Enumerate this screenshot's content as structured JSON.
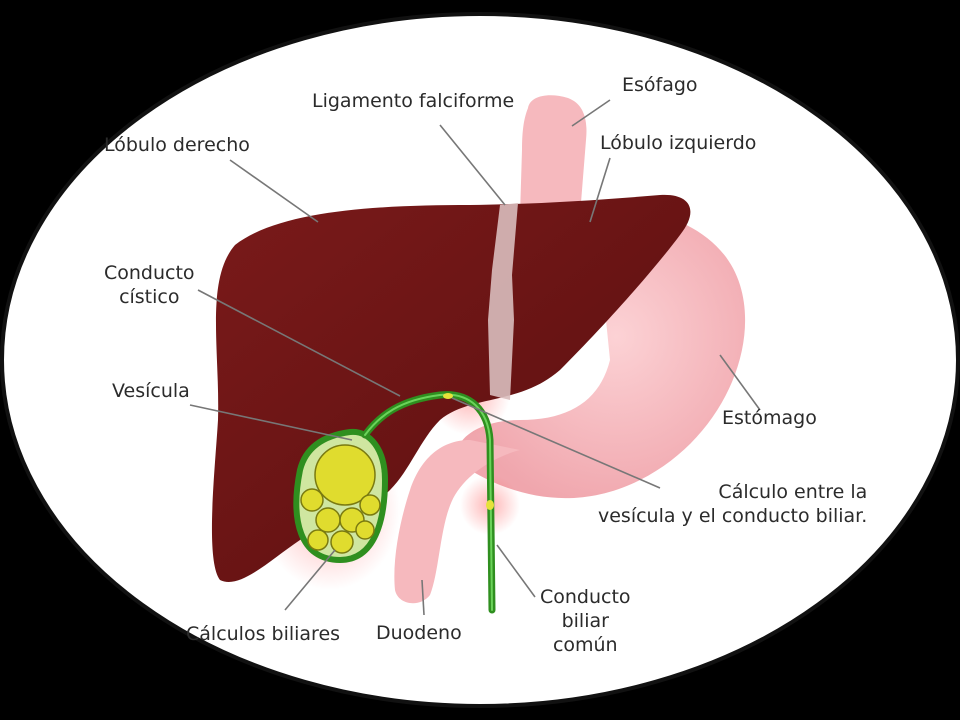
{
  "labels": {
    "esofago": "Esófago",
    "ligamento": "Ligamento falciforme",
    "lobulo_derecho": "Lóbulo derecho",
    "lobulo_izquierdo": "Lóbulo izquierdo",
    "conducto_cistico_1": "Conducto",
    "conducto_cistico_2": "cístico",
    "vesicula": "Vesícula",
    "estomago": "Estómago",
    "calculo_1": "Cálculo entre la",
    "calculo_2": "vesícula y el conducto biliar.",
    "calculos_biliares": "Cálculos biliares",
    "duodeno": "Duodeno",
    "conducto_biliar_1": "Conducto",
    "conducto_biliar_2": "biliar",
    "conducto_biliar_3": "común"
  },
  "colors": {
    "liver": "#6b1414",
    "stomach": "#f5b5ba",
    "ligament": "#e3c6c6",
    "gallbladder": "#2f8f1f",
    "stones": "#d9d52a",
    "frame": "#111111",
    "background": "#ffffff"
  }
}
